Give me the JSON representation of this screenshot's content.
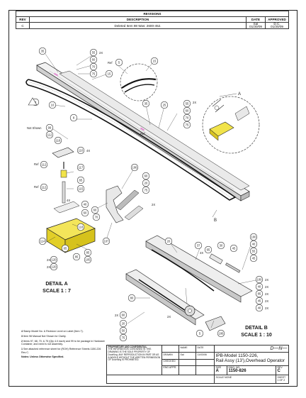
{
  "revisions": {
    "title": "REVISIONS",
    "headers": [
      "REV",
      "DESCRIPTION",
      "DATE",
      "APPROVED"
    ],
    "row": {
      "rev": "C",
      "description": "Deleted Item 98 Was: 2600-452.",
      "date_initials": "Sal",
      "date": "01/30/09",
      "approved_initials": "D.C.",
      "approved_date": "01/30/09"
    }
  },
  "callouts": [
    "35",
    "55",
    "60",
    "70",
    "75",
    "15",
    "5",
    "15",
    "4",
    "10",
    "8",
    "35",
    "25",
    "55",
    "60",
    "70",
    "75",
    "99",
    "112",
    "116",
    "110",
    "117",
    "112",
    "65",
    "115",
    "112",
    "106",
    "60",
    "20",
    "75",
    "60",
    "107",
    "114",
    "118",
    "120",
    "120",
    "85",
    "105",
    "70",
    "60",
    "40",
    "65",
    "85",
    "100",
    "40",
    "55",
    "45",
    "20",
    "80",
    "106",
    "5",
    "60",
    "37",
    "65",
    "30",
    "45",
    "100",
    "40",
    "85",
    "45",
    "40",
    "20",
    "50",
    "75"
  ],
  "multipliers": {
    "m1": "2X",
    "m2": "2X",
    "m3": "4X",
    "m4": "2X",
    "m5": "4X",
    "m6": "4X",
    "m7": "2X",
    "m8": "2X",
    "m9": "2X",
    "m10": "2X",
    "m11": "2X",
    "m12": "2X",
    "m13": "2X",
    "m14": "2X",
    "m15": "2X"
  },
  "labels": {
    "ref1": "Ref",
    "ref2": "Ref",
    "ref3": "Ref",
    "ref4": "Ref",
    "not_shown": "Not Shown",
    "detail_a_marker": "A",
    "detail_b_marker": "B",
    "detail_a_title": "DETAIL A",
    "detail_a_scale": "SCALE 1 : 7",
    "detail_b_title": "DETAIL B",
    "detail_b_scale": "SCALE 1 : 10"
  },
  "notes": [
    "Stamp Model No. & Revision Level on Label (Item 7).",
    "Item 98 Manual Not Shown for Clarity.",
    "Items 97, 68, 70, & 75 (Qty 4.0 each) and 99 to be package in Hardware Container, and need is not assembly.",
    "See attached reference sheet for (ROH) Reference Sheets 1150-226 Rev C.",
    "Notes: Unless Otherwise Specified."
  ],
  "note_numbers": [
    "4",
    "3",
    "2",
    "1",
    ""
  ],
  "title_block": {
    "proprietary_title": "PROPRIETARY AND CONFIDENTIAL",
    "proprietary_text": "THE INFORMATION CONTAINED IN THIS DRAWING IS THE SOLE PROPERTY OF DoorKing. ANY REPRODUCTION IN PART OR AS A WHOLE WITHOUT THE WRITTEN PERMISSION OF DoorKing IS PROHIBITED.",
    "drawn_label": "DRAWN",
    "checked_label": "CHECKED",
    "engappr_label": "ENG APPR.",
    "name_header": "NAME",
    "date_header": "DATE",
    "drawn_name": "Sal",
    "drawn_date": "11/03/06",
    "logo": "D—N—",
    "title_line1": "IPB-Model 1150-226,",
    "title_line2": "Rail Assy (13'),Overhead Operator",
    "size_label": "SIZE",
    "size": "A",
    "dwg_label": "DWG. NO.",
    "dwg_no": "1150-826",
    "rev_label": "REV",
    "rev": "C",
    "scale_label": "SCALE NONE",
    "sheet": "SHEET 1 OF 2"
  }
}
